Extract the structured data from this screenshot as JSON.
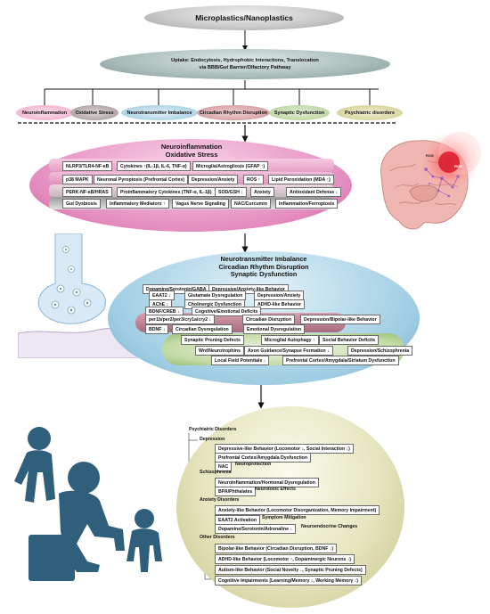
{
  "top": {
    "title": "Microplastics/Nanoplastics",
    "uptake_line1": "Uptake: Endocytosis, Hydrophobic Interactions, Translocation",
    "uptake_line2": "via BBB/Gut Barrier/Olfactory Pathway"
  },
  "categories": [
    {
      "label": "Neuroinflammation",
      "color": "#f2b8d2"
    },
    {
      "label": "Oxidative Stress",
      "color": "#b3a7a7"
    },
    {
      "label": "Neurotransmitter Imbalance",
      "color": "#aed4e6"
    },
    {
      "label": "Circadian Rhythm Disruption",
      "color": "#d6a3a7"
    },
    {
      "label": "Synaptic Dysfunction",
      "color": "#c0d8a6"
    },
    {
      "label": "Psychiatric disorders",
      "color": "#d9d5a0"
    }
  ],
  "section1": {
    "title1": "Neuroinflammation",
    "title2": "Oxidative Stress",
    "rows": [
      [
        "NLRP3/TLR4-NF-κB",
        "Cytokines ↑(IL-1β, IL-6, TNF-α)",
        "Microglia/Astrogliosis (GFAP ↑)"
      ],
      [
        "p38 MAPK",
        "Neuronal Pyroptosis (Prefrontal Cortex)",
        "Depression/Anxiety",
        "ROS ↑",
        "Lipid Peroxidation (MDA ↑)"
      ],
      [
        "PERK-NF-κB/HRAS",
        "Proinflammatory Cytokines (TNF-α, IL-1β)",
        "SOD/GSH ↓",
        "Anxiety",
        "Antioxidant Defense ↓"
      ],
      [
        "Gut Dysbiosis",
        "Inflammatory Mediators ↑",
        "Vagus Nerve Signaling",
        "NAC/Curcumin",
        "Inflammation/Ferroptosis"
      ]
    ]
  },
  "section2": {
    "title1": "Neurotransmitter Imbalance",
    "title2": "Circadian Rhythm Disruption",
    "title3": "Synaptic Dysfunction",
    "rows": [
      [
        "Dopamine/Serotonin/GABA",
        "Depressive/Anxiety-like Behavior"
      ],
      [
        "EAAT2 ↓",
        "Glutamate Dysregulation",
        "Depression/Anxiety"
      ],
      [
        "AChE ↓",
        "Cholinergic Dysfunction",
        "ADHD-like Behavior"
      ],
      [
        "BDNF/CREB ↓",
        "Cognitive/Emotional Deficits"
      ],
      [
        "per1b/per2/per3/cry1a/cry2 ↓",
        "Circadian Disruption",
        "Depression/Bipolar-like Behavior"
      ],
      [
        "BDNF ↓",
        "Circadian Dysregulation",
        "Emotional Dysregulation"
      ],
      [
        "Synaptic Pruning Defects",
        "Microglial Autophagy ↑",
        "Social Behavior Deficits"
      ],
      [
        "Wnt/Neurotrophins",
        "Axon Guidance/Synapse Formation ↓",
        "Depression/Schizophrenia"
      ],
      [
        "Local Field Potentials ↓",
        "Prefrontal Cortex/Amygdala/Striatum Dysfunction"
      ]
    ]
  },
  "section3": {
    "root": "Psychiatric Disorders",
    "groups": [
      {
        "label": "Depression",
        "items": [
          "Depressive-like Behavior (Locomotor ↓, Social Interaction ↓)",
          "Prefrontal Cortex/Amygdala Dysfunction",
          "NAC",
          "Neuroprotection"
        ]
      },
      {
        "label": "Schizophrenia",
        "items": [
          "Neuroinflammation/Hormonal Dysregulation",
          "BPA/Phthalates",
          "Neurotoxic Effects"
        ]
      },
      {
        "label": "Anxiety Disorders",
        "items": [
          "Anxiety-like Behavior (Locomotor Disorganization, Memory Impairment)",
          "EAAT2 Activation",
          "Symptom Mitigation",
          "Dopamine/Serotonin/Adrenaline ↓",
          "Neuroendocrine Changes"
        ]
      },
      {
        "label": "Other Disorders",
        "items": [
          "Bipolar-like Behavior (Circadian Disruption, BDNF ↓)",
          "ADHD-like Behavior (Locomotor ↑, Dopaminergic Neurons ↓)",
          "Autism-like Behavior (Social Novelty ↓, Synaptic Pruning Defects)",
          "Cognitive Impairments (Learning/Memory ↓, Working Memory ↓)"
        ]
      }
    ]
  },
  "illustration": {
    "brain_label_left": "ROS",
    "brain_label_right": "ROS"
  },
  "colors": {
    "section1_fill": "#e48cc0",
    "section2_fill": "#9fcde3",
    "section3_fill": "#d6d59a",
    "figure": "#2f5f7a"
  }
}
